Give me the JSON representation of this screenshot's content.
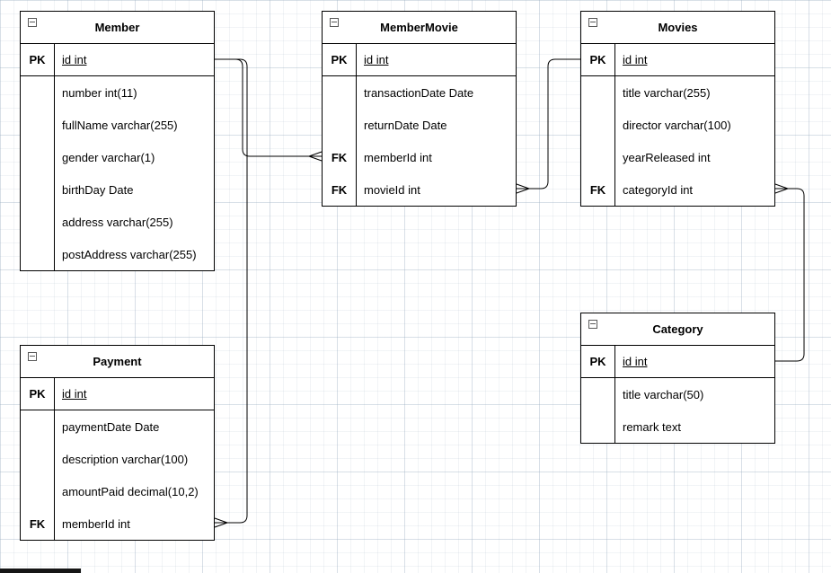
{
  "diagram": {
    "kind": "entity-relationship",
    "background": "#ffffff",
    "grid_color": "#dfe6ec",
    "line_color": "#000000"
  },
  "tables": [
    {
      "title": "Member",
      "rows": [
        {
          "key": "PK",
          "value": "id int"
        },
        {
          "key": "",
          "value": "number int(11)"
        },
        {
          "key": "",
          "value": "fullName varchar(255)"
        },
        {
          "key": "",
          "value": "gender varchar(1)"
        },
        {
          "key": "",
          "value": "birthDay Date"
        },
        {
          "key": "",
          "value": "address varchar(255)"
        },
        {
          "key": "",
          "value": "postAddress varchar(255)"
        }
      ]
    },
    {
      "title": "MemberMovie",
      "rows": [
        {
          "key": "PK",
          "value": "id int"
        },
        {
          "key": "",
          "value": "transactionDate Date"
        },
        {
          "key": "",
          "value": "returnDate Date"
        },
        {
          "key": "FK",
          "value": "memberId int"
        },
        {
          "key": "FK",
          "value": "movieId int"
        }
      ]
    },
    {
      "title": "Movies",
      "rows": [
        {
          "key": "PK",
          "value": "id int"
        },
        {
          "key": "",
          "value": "title varchar(255)"
        },
        {
          "key": "",
          "value": "director varchar(100)"
        },
        {
          "key": "",
          "value": "yearReleased int"
        },
        {
          "key": "FK",
          "value": "categoryId int"
        }
      ]
    },
    {
      "title": "Payment",
      "rows": [
        {
          "key": "PK",
          "value": "id int"
        },
        {
          "key": "",
          "value": "paymentDate Date"
        },
        {
          "key": "",
          "value": "description varchar(100)"
        },
        {
          "key": "",
          "value": "amountPaid decimal(10,2)"
        },
        {
          "key": "FK",
          "value": "memberId int"
        }
      ]
    },
    {
      "title": "Category",
      "rows": [
        {
          "key": "PK",
          "value": "id int"
        },
        {
          "key": "",
          "value": "title varchar(50)"
        },
        {
          "key": "",
          "value": "remark text"
        }
      ]
    }
  ],
  "connections": [
    {
      "from": "Member.id",
      "to": "MemberMovie.memberId",
      "many_end": "MemberMovie"
    },
    {
      "from": "MemberMovie.movieId",
      "to": "Movies.id",
      "many_end": "MemberMovie"
    },
    {
      "from": "Movies.categoryId",
      "to": "Category.id",
      "many_end": "Movies"
    },
    {
      "from": "Member.id",
      "to": "Payment.memberId",
      "many_end": "Payment"
    }
  ]
}
